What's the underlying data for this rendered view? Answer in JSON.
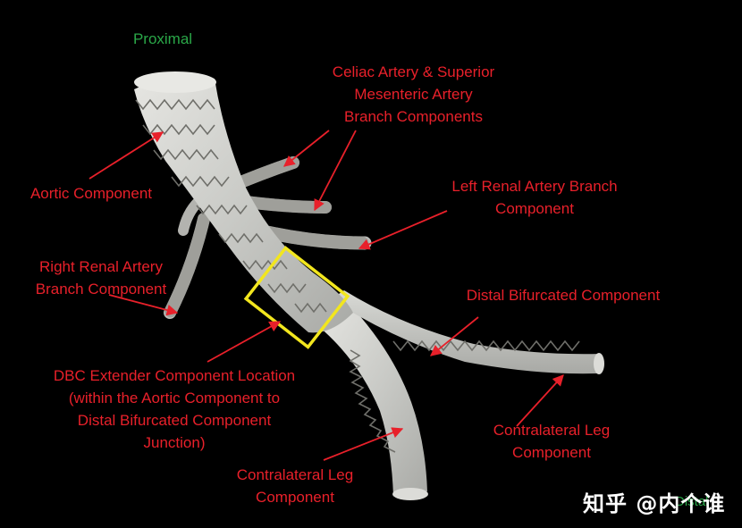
{
  "orientation": {
    "proximal": "Proximal",
    "distal": "Distal"
  },
  "labels": {
    "aortic": "Aortic Component",
    "celiac_sma": "Celiac Artery & Superior\nMesenteric Artery\nBranch Components",
    "left_renal": "Left Renal Artery Branch\nComponent",
    "right_renal": "Right Renal Artery\nBranch Component",
    "distal_bifurcated": "Distal Bifurcated Component",
    "dbc_extender": "DBC Extender Component Location\n(within the Aortic Component to\nDistal Bifurcated Component\nJunction)",
    "contralateral_right": "Contralateral Leg\nComponent",
    "contralateral_bottom": "Contralateral Leg\nComponent"
  },
  "watermark": "知乎 @内个谁",
  "colors": {
    "background": "#000000",
    "label_red": "#e8202a",
    "label_green": "#2aa748",
    "highlight_box": "#f2e61e",
    "graft_fabric": "#cfd0cd",
    "stent_wire": "#6f6f6a"
  }
}
